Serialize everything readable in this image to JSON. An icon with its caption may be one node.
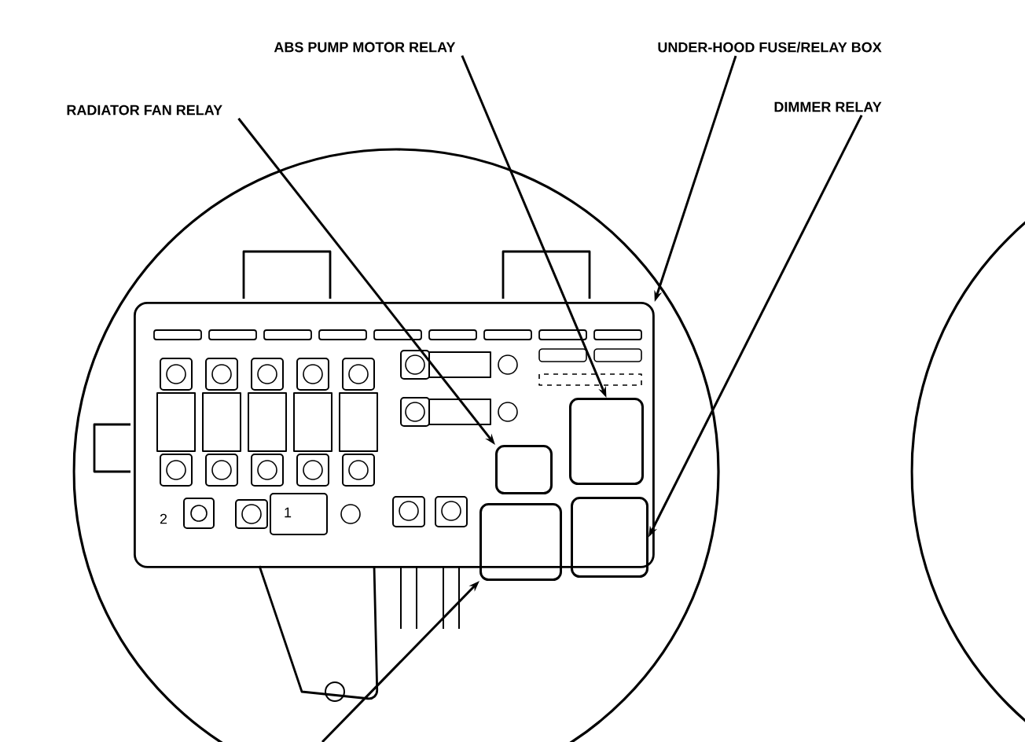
{
  "diagram": {
    "nodes": [
      {
        "text": [
          "RADIATOR FAN RELAY"
        ]
      },
      {
        "text": [
          "ABS PUMP MOTOR RELAY"
        ]
      },
      {
        "text": [
          "UNDER-HOOD FUSE/RELAY BOX"
        ]
      },
      {
        "text": [
          "DIMMER RELAY"
        ]
      },
      {
        "text": [],
        "shape": "box"
      },
      {
        "text": [],
        "shape": "box",
        "in": 4
      },
      {
        "text": [],
        "shape": "box",
        "in": 4
      },
      {
        "text": [],
        "shape": "box",
        "in": 4
      },
      {
        "text": [],
        "shape": "box",
        "in": 4
      }
    ],
    "edges": [
      {
        "from": 0,
        "to": 5,
        "arrow": "to"
      },
      {
        "from": 1,
        "to": 6,
        "arrow": "to"
      },
      {
        "from": 2,
        "to": 4,
        "arrow": "to"
      },
      {
        "from": 3,
        "to": 8,
        "arrow": "to"
      },
      {
        "from": null,
        "to": 7,
        "arrow": "to"
      }
    ],
    "labels": [
      "2",
      "1"
    ]
  }
}
